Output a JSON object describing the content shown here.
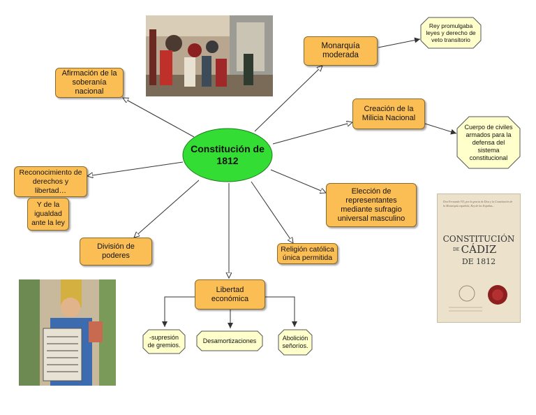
{
  "center": {
    "text": "Constitución de 1812",
    "color": "#33dd33"
  },
  "nodes": {
    "monarquia": "Monarquía moderada",
    "afirmacion": "Afirmación de la soberanía nacional",
    "milicia": "Creación de la Milicia Nacional",
    "reconocimiento": "Reconocimiento de derechos y libertad…",
    "igualdad": "Y de la igualdad ante la ley",
    "eleccion": "Elección de representantes mediante sufragio universal masculino",
    "division": "División de poderes",
    "religion": "Religión católica única permitida",
    "libertad": "Libertad económica"
  },
  "notes": {
    "rey": "Rey promulgaba leyes y derecho de veto transitorio",
    "cuerpo": "Cuerpo de civiles armados para la defensa del sistema constitucional",
    "supresion": "-supresión de gremios.",
    "desamortizaciones": "Desamortizaciones",
    "abolicion": "Abolición señoríos."
  },
  "document_image": {
    "header_text": "Don Fernando VII, por la gracia de Dios y la Constitución de la Monarquía española, Rey de las Españas...",
    "title_line1": "CONSTITUCIÓN",
    "title_de": "DE",
    "title_line2": "CÁDIZ",
    "title_year": "DE 1812"
  },
  "colors": {
    "box_fill": "#fbbe55",
    "note_fill": "#ffffcc",
    "line": "#333333"
  }
}
